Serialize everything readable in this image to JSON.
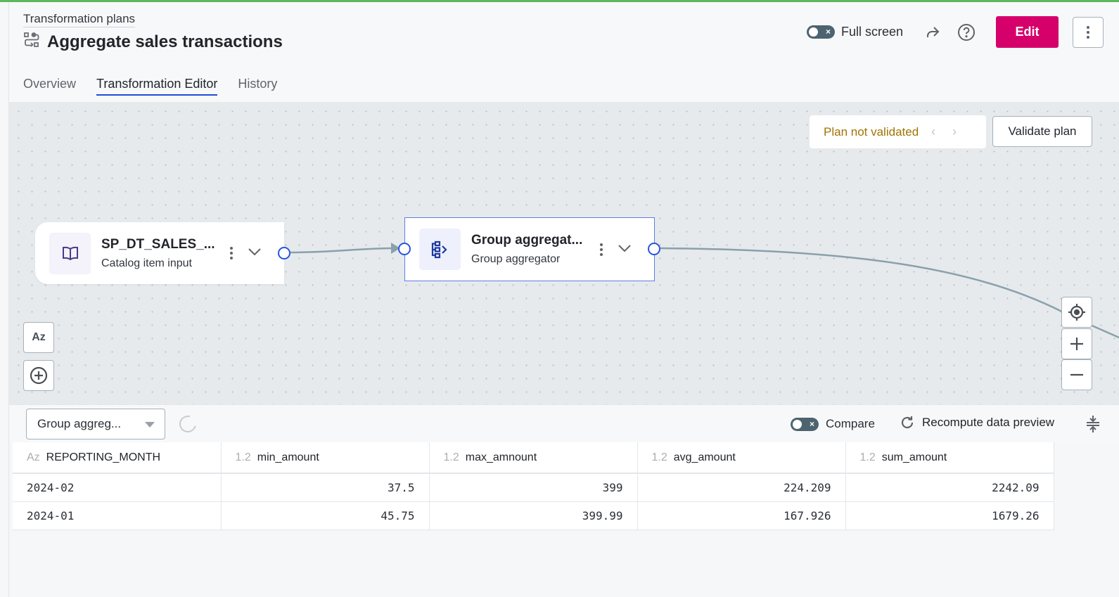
{
  "header": {
    "breadcrumb": "Transformation plans",
    "title": "Aggregate sales transactions",
    "fullscreen_label": "Full screen",
    "edit_label": "Edit"
  },
  "tabs": [
    {
      "label": "Overview",
      "active": false
    },
    {
      "label": "Transformation Editor",
      "active": true
    },
    {
      "label": "History",
      "active": false
    }
  ],
  "canvas": {
    "validation_status": "Plan not validated",
    "validate_label": "Validate plan",
    "nodes": [
      {
        "title": "SP_DT_SALES_...",
        "subtitle": "Catalog item input",
        "icon": "book-icon"
      },
      {
        "title": "Group aggregat...",
        "subtitle": "Group aggregator",
        "icon": "group-aggregator-icon"
      }
    ],
    "tools": {
      "az_label": "Az"
    }
  },
  "preview": {
    "selected_node": "Group aggreg...",
    "compare_label": "Compare",
    "recompute_label": "Recompute data preview",
    "columns": [
      {
        "type": "Az",
        "name": "REPORTING_MONTH"
      },
      {
        "type": "1.2",
        "name": "min_amount"
      },
      {
        "type": "1.2",
        "name": "max_amnount"
      },
      {
        "type": "1.2",
        "name": "avg_amount"
      },
      {
        "type": "1.2",
        "name": "sum_amount"
      }
    ],
    "rows": [
      [
        "2024-02",
        "37.5",
        "399",
        "224.209",
        "2242.09"
      ],
      [
        "2024-01",
        "45.75",
        "399.99",
        "167.926",
        "1679.26"
      ]
    ]
  },
  "colors": {
    "accent": "#d6006b",
    "tab_underline": "#1f4ed8",
    "warning_text": "#a37400",
    "port": "#2855e0",
    "top_bar": "#5cb85c"
  }
}
